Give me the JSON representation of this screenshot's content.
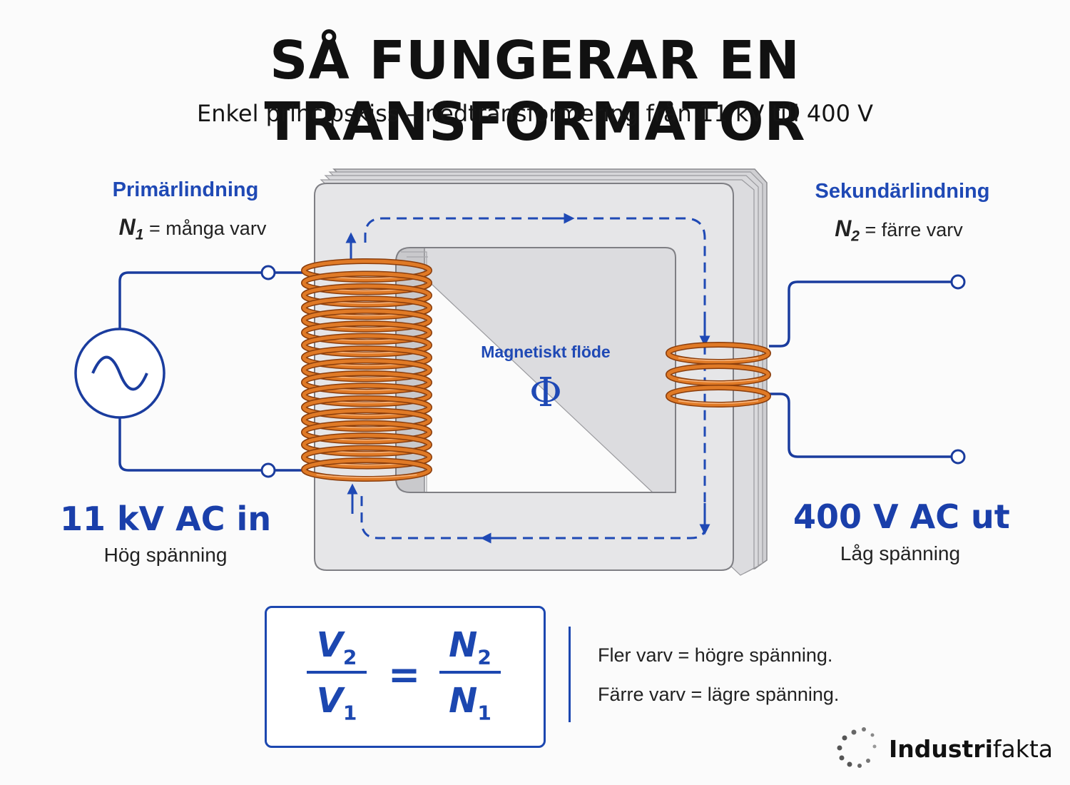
{
  "title": "SÅ FUNGERAR EN TRANSFORMATOR",
  "subtitle": "Enkel principskiss – nedtransformering från 11 kV till 400 V",
  "primary": {
    "label": "Primärlindning",
    "symbol": "N",
    "index": "1",
    "turns_text": "= många varv",
    "voltage": "11 kV AC in",
    "voltage_desc": "Hög spänning",
    "coil_turns": 17
  },
  "secondary": {
    "label": "Sekundärlindning",
    "symbol": "N",
    "index": "2",
    "turns_text": "= färre varv",
    "voltage": "400 V AC ut",
    "voltage_desc": "Låg spänning",
    "coil_turns": 3
  },
  "flux": {
    "label": "Magnetiskt flöde",
    "symbol": "Φ"
  },
  "formula": {
    "lhs_num": "V",
    "lhs_num_idx": "2",
    "lhs_den": "V",
    "lhs_den_idx": "1",
    "equals": "=",
    "rhs_num": "N",
    "rhs_num_idx": "2",
    "rhs_den": "N",
    "rhs_den_idx": "1"
  },
  "rules": [
    "Fler varv = högre spänning.",
    "Färre varv = lägre spänning."
  ],
  "brand": {
    "bold": "Industri",
    "light": "fakta"
  },
  "colors": {
    "accent": "#1c47b0",
    "copper": "#e07a26",
    "core": "#e4e4e6",
    "wire": "#1a3c9e"
  }
}
